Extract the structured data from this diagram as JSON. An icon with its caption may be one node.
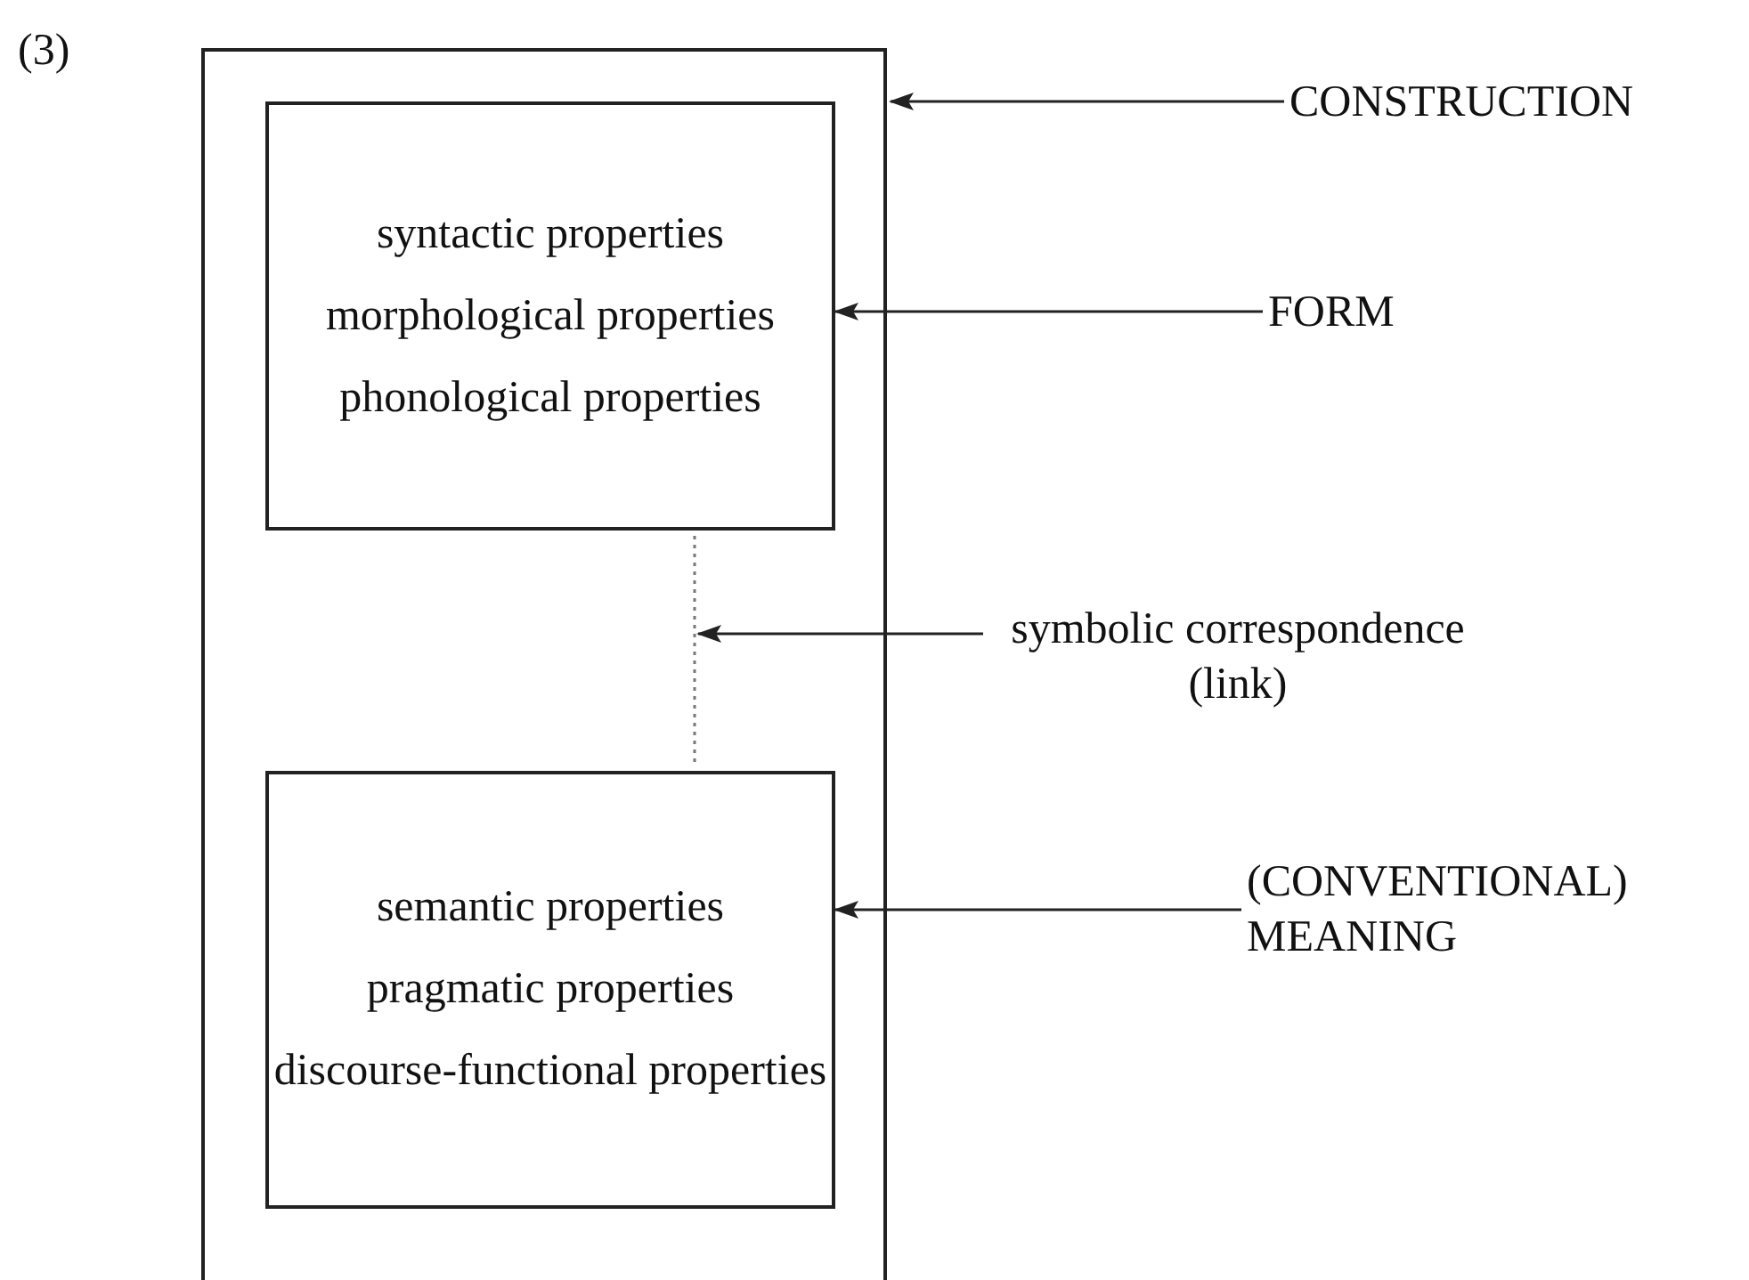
{
  "diagram": {
    "nodes": [
      {
        "text": [],
        "shape": "box"
      },
      {
        "text": [
          "syntactic properties",
          "morphological properties",
          "phonological properties"
        ],
        "in": 0
      },
      {
        "text": [
          "semantic properties",
          "pragmatic properties",
          "discourse-functional properties"
        ],
        "in": 0
      },
      {
        "text": [
          "CONSTRUCTION"
        ]
      },
      {
        "text": [
          "FORM"
        ]
      },
      {
        "text": [
          "symbolic correspondence (link)"
        ]
      },
      {
        "text": [
          "(CONVENTIONAL) MEANING"
        ]
      }
    ],
    "edges": [
      {
        "from": 3,
        "to": 0,
        "arrow": "to"
      },
      {
        "from": 4,
        "to": 1,
        "arrow": "to"
      },
      {
        "from": 1,
        "to": 2,
        "arrow": "none",
        "style": "dashed"
      },
      {
        "from": 5,
        "to": null,
        "arrow": "to"
      },
      {
        "from": 6,
        "to": 2,
        "arrow": "to"
      }
    ],
    "labels": [
      "(3)"
    ]
  }
}
